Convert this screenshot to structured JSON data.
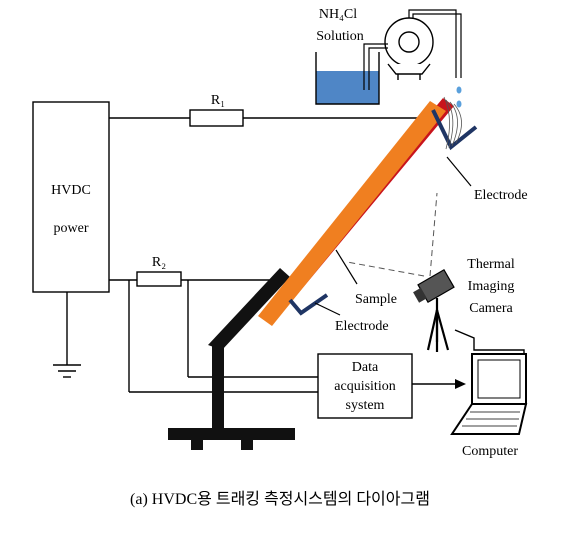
{
  "labels": {
    "solution_line1": "NH₄Cl",
    "solution_line2": "Solution",
    "r1": "R₁",
    "r2": "R₂",
    "hvdc_line1": "HVDC",
    "hvdc_line2": "power",
    "electrode_top": "Electrode",
    "thermal_line1": "Thermal",
    "thermal_line2": "Imaging",
    "thermal_line3": "Camera",
    "sample": "Sample",
    "electrode_bottom": "Electrode",
    "daq_line1": "Data",
    "daq_line2": "acquisition",
    "daq_line3": "system",
    "computer": "Computer"
  },
  "caption": "(a) HVDC용 트래킹 측정시스템의 다이아그램",
  "colors": {
    "sample_orange": "#f07f20",
    "sample_red": "#c8141c",
    "electrode_navy": "#1f3564",
    "stand_black": "#111111",
    "solution_blue": "#4f86c6",
    "drop_blue": "#5aa0dc"
  },
  "icons": [
    "pump-icon",
    "thermal-camera-icon",
    "laptop-icon",
    "ground-icon",
    "resistor-icon"
  ]
}
